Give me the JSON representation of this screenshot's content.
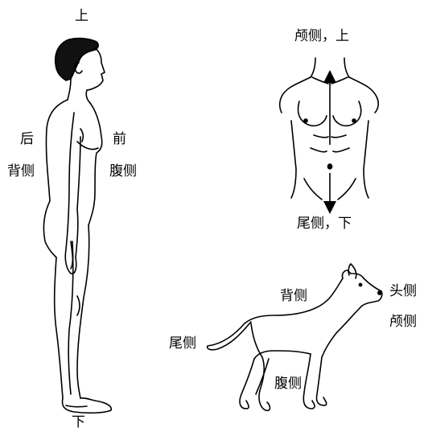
{
  "human_side_view": {
    "label_top": "上",
    "label_bottom": "下",
    "label_posterior": "后",
    "label_dorsal": "背侧",
    "label_anterior": "前",
    "label_ventral": "腹侧"
  },
  "torso_front_view": {
    "label_top": "颅侧，上",
    "label_bottom": "尾侧，下"
  },
  "dog_side_view": {
    "label_back": "背侧",
    "label_head_line1": "头侧",
    "label_head_line2": "颅侧",
    "label_tail": "尾侧",
    "label_belly": "腹侧"
  }
}
